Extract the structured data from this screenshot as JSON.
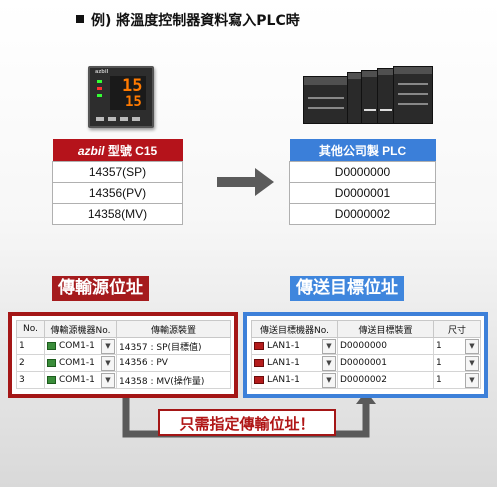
{
  "title": "例) 將溫度控制器資料寫入PLC時",
  "controller": {
    "brand": "azbil",
    "display_top": "15",
    "display_bottom": "15",
    "colors": {
      "display": "#ff7a00",
      "body": "#2d2d2d"
    }
  },
  "source_table": {
    "header_brand": "azbil",
    "header_rest": " 型號 C15",
    "rows": [
      "14357(SP)",
      "14356(PV)",
      "14358(MV)"
    ],
    "header_color": "#b5131b"
  },
  "target_table": {
    "header": "其他公司製 PLC",
    "rows": [
      "D0000000",
      "D0000001",
      "D0000002"
    ],
    "header_color": "#3b7fd9"
  },
  "source_section": {
    "label": "傳輸源位址",
    "color": "#a51b1d",
    "columns": [
      "No.",
      "傳輸源機器No.",
      "傳輸源裝置"
    ],
    "rows": [
      {
        "no": "1",
        "device": "COM1-1",
        "address": "14357 : SP(目標值)"
      },
      {
        "no": "2",
        "device": "COM1-1",
        "address": "14356 : PV"
      },
      {
        "no": "3",
        "device": "COM1-1",
        "address": "14358 : MV(操作量)"
      }
    ]
  },
  "target_section": {
    "label": "傳送目標位址",
    "color": "#3f86dd",
    "columns": [
      "傳送目標機器No.",
      "傳送目標裝置",
      "尺寸"
    ],
    "rows": [
      {
        "device": "LAN1-1",
        "address": "D0000000",
        "size": "1"
      },
      {
        "device": "LAN1-1",
        "address": "D0000001",
        "size": "1"
      },
      {
        "device": "LAN1-1",
        "address": "D0000002",
        "size": "1"
      }
    ]
  },
  "callout": "只需指定傳輸位址！",
  "icons": {
    "dropdown": "chevron-down-icon",
    "com_port": "com-port-icon",
    "lan_port": "lan-port-icon",
    "arrow": "arrow-right-icon"
  }
}
